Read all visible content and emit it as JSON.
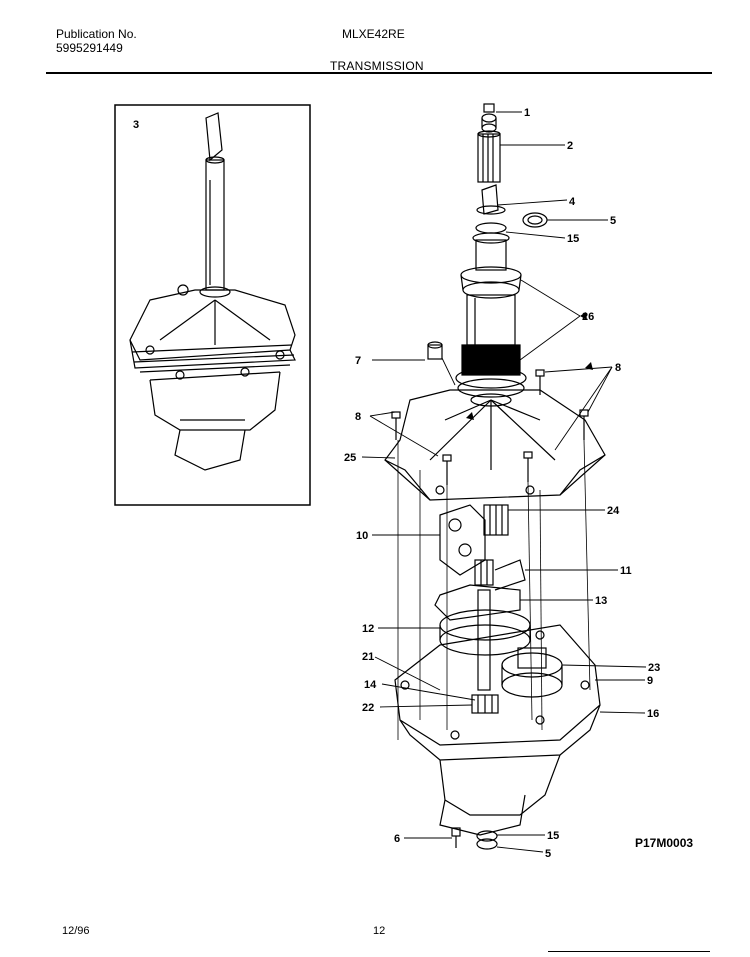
{
  "header": {
    "publication_label": "Publication No.",
    "publication_number": "5995291449",
    "model": "MLXE42RE",
    "section_title": "TRANSMISSION"
  },
  "footer": {
    "date": "12/96",
    "page_number": "12"
  },
  "diagram_code": "P17M0003",
  "inset_label": "3",
  "callouts": {
    "c1": "1",
    "c2": "2",
    "c4": "4",
    "c5a": "5",
    "c15a": "15",
    "c26": "26",
    "c7": "7",
    "c8a": "8",
    "c8b": "8",
    "c25": "25",
    "c24": "24",
    "c10": "10",
    "c11": "11",
    "c13": "13",
    "c12": "12",
    "c21": "21",
    "c23": "23",
    "c9": "9",
    "c14": "14",
    "c22": "22",
    "c16": "16",
    "c6": "6",
    "c15b": "15",
    "c5b": "5"
  }
}
